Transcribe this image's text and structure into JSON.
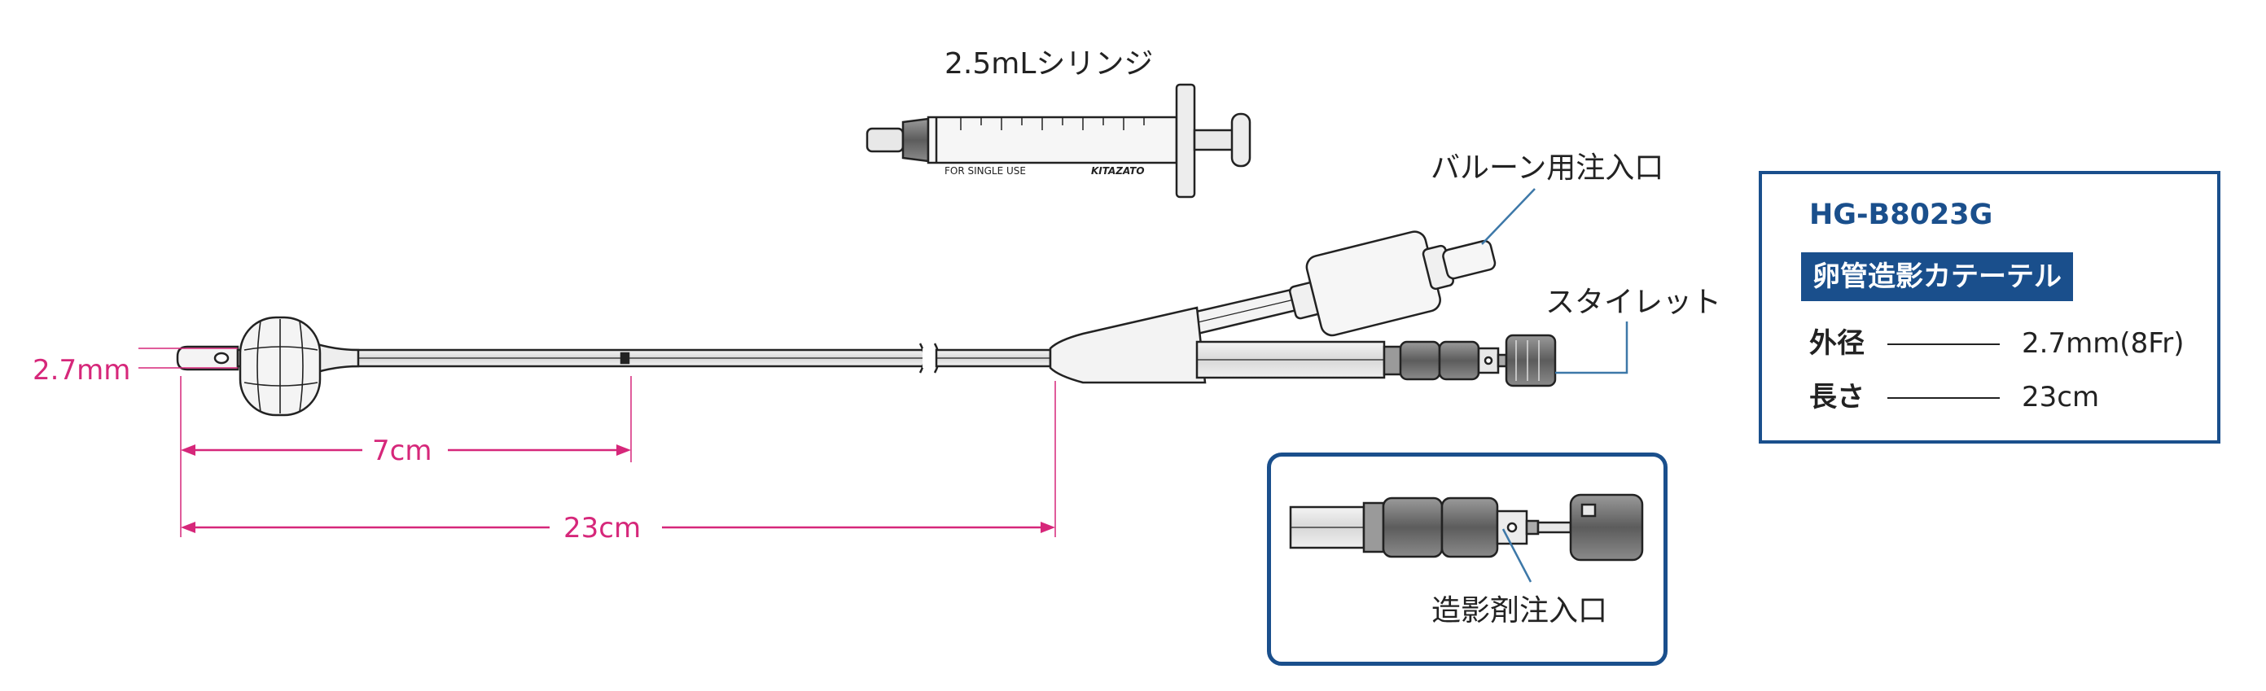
{
  "labels": {
    "syringe": "2.5mLシリンジ",
    "balloon_port": "バルーン用注入口",
    "stylet": "スタイレット",
    "contrast_port": "造影剤注入口",
    "syringe_print_left": "FOR SINGLE USE",
    "syringe_print_right": "KITAZATO"
  },
  "dimensions": {
    "tip_diameter": "2.7mm",
    "balloon_length": "7cm",
    "total_length": "23cm"
  },
  "spec": {
    "model": "HG-B8023G",
    "product_name": "卵管造影カテーテル",
    "rows": [
      {
        "key": "外径",
        "value": "2.7mm(8Fr)"
      },
      {
        "key": "長さ",
        "value": "23cm"
      }
    ]
  },
  "colors": {
    "dimension": "#d6277a",
    "navy": "#1a4f8c",
    "ink": "#222222",
    "leader": "#3d78a8"
  }
}
